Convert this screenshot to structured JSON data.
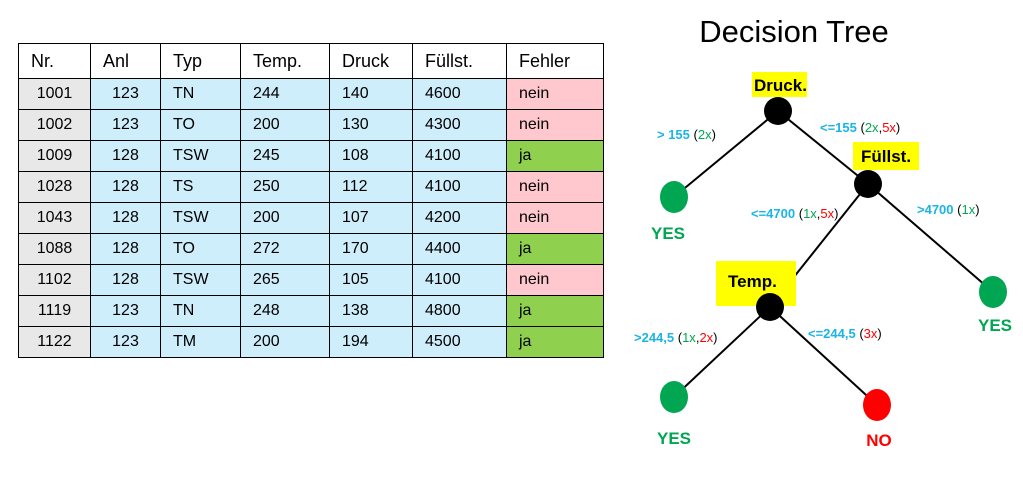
{
  "table": {
    "headers": [
      "Nr.",
      "Anl",
      "Typ",
      "Temp.",
      "Druck",
      "Füllst.",
      "Fehler"
    ],
    "rows": [
      [
        "1001",
        "123",
        "TN",
        "244",
        "140",
        "4600",
        "nein"
      ],
      [
        "1002",
        "123",
        "TO",
        "200",
        "130",
        "4300",
        "nein"
      ],
      [
        "1009",
        "128",
        "TSW",
        "245",
        "108",
        "4100",
        "ja"
      ],
      [
        "1028",
        "128",
        "TS",
        "250",
        "112",
        "4100",
        "nein"
      ],
      [
        "1043",
        "128",
        "TSW",
        "200",
        "107",
        "4200",
        "nein"
      ],
      [
        "1088",
        "128",
        "TO",
        "272",
        "170",
        "4400",
        "ja"
      ],
      [
        "1102",
        "128",
        "TSW",
        "265",
        "105",
        "4100",
        "nein"
      ],
      [
        "1119",
        "123",
        "TN",
        "248",
        "138",
        "4800",
        "ja"
      ],
      [
        "1122",
        "123",
        "TM",
        "200",
        "194",
        "4500",
        "ja"
      ]
    ]
  },
  "tree": {
    "title": "Decision Tree",
    "colors": {
      "edge_label": "#1bb3e8",
      "yes": "#00a651",
      "no": "#ff0000",
      "highlight": "#ffff00",
      "node": "#000000"
    },
    "nodes": {
      "druck": "Druck",
      "fuellst": "Füllst.",
      "temp": "Temp"
    },
    "leaves": {
      "yes_left": "YES",
      "yes_right": "YES",
      "yes_bottom": "YES",
      "no_bottom": "NO"
    },
    "edges": {
      "druck_gt": {
        "cond": "> 155",
        "open": " (",
        "a": "2x",
        "close": ")"
      },
      "druck_le": {
        "cond": "<=155",
        "open": " (",
        "a": "2x",
        "sep": ",",
        "b": "5x",
        "close": ")"
      },
      "fuellst_le": {
        "cond": "<=4700",
        "open": " (",
        "a": "1x",
        "sep": ",",
        "b": "5x",
        "close": ")"
      },
      "fuellst_gt": {
        "cond": ">4700",
        "open": " (",
        "a": "1x",
        "close": ")"
      },
      "temp_gt": {
        "cond": ">244,5",
        "open": " (",
        "a": "1x",
        "sep": ",",
        "b": "2x",
        "close": ")"
      },
      "temp_le": {
        "cond": "<=244,5",
        "open": " (",
        "b": "3x",
        "close": ")"
      }
    }
  }
}
